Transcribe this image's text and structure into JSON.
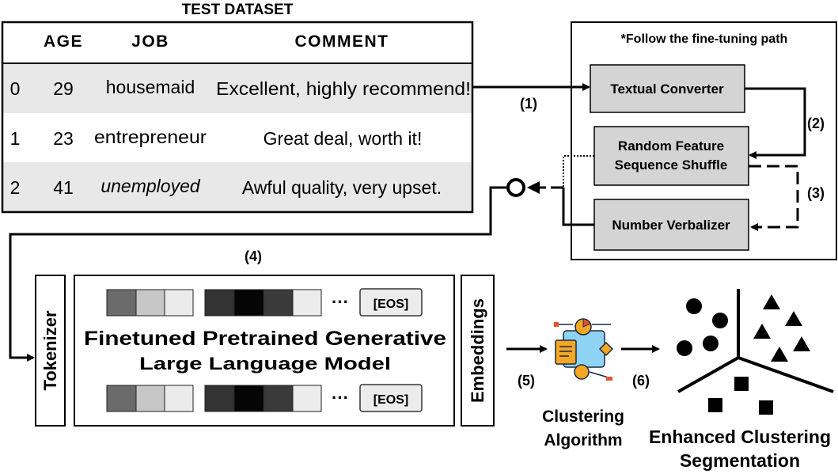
{
  "dataset": {
    "title": "TEST DATASET",
    "headers": {
      "age": "AGE",
      "job": "JOB",
      "comment": "COMMENT"
    },
    "rows": [
      {
        "index": "0",
        "age": "29",
        "job": "housemaid",
        "comment": "Excellent, highly recommend!"
      },
      {
        "index": "1",
        "age": "23",
        "job": "entrepreneur",
        "comment": "Great deal, worth it!"
      },
      {
        "index": "2",
        "age": "41",
        "job": "unemployed",
        "comment": "Awful quality, very upset."
      }
    ]
  },
  "pipeline": {
    "title": "*Follow the fine-tuning path",
    "textual_converter": "Textual Converter",
    "shuffle_line1": "Random Feature",
    "shuffle_line2": "Sequence Shuffle",
    "number_verbalizer": "Number Verbalizer"
  },
  "steps": {
    "s1": "(1)",
    "s2": "(2)",
    "s3": "(3)",
    "s4": "(4)",
    "s5": "(5)",
    "s6": "(6)"
  },
  "model": {
    "tokenizer": "Tokenizer",
    "line1": "Finetuned Pretrained Generative",
    "line2": "Large Language Model",
    "ellipsis": "···",
    "eos": "[EOS]",
    "embeddings": "Embeddings"
  },
  "clustering": {
    "line1": "Clustering",
    "line2": "Algorithm",
    "icon": "clustering-algorithm-icon"
  },
  "result": {
    "line1": "Enhanced Clustering",
    "line2": "Segmentation"
  },
  "colors": {
    "row_shade": "#e8e8e8",
    "box_fill": "#d4d4d4",
    "icon_blue": "#8fd3f4",
    "icon_orange": "#f5a623"
  }
}
